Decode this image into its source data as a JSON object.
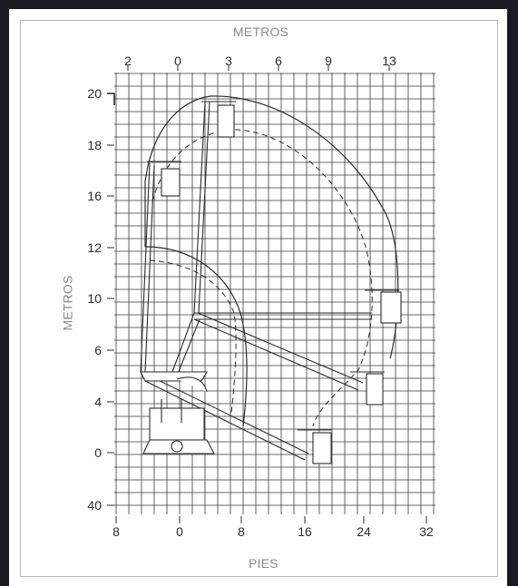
{
  "diagram": {
    "top_axis_title": "METROS",
    "left_axis_title": "METROS",
    "bottom_axis_title": "PIES",
    "top_ticks": [
      "2",
      "0",
      "3",
      "6",
      "9",
      "13"
    ],
    "left_ticks": [
      "20",
      "18",
      "16",
      "12",
      "10",
      "6",
      "4",
      "0",
      "40"
    ],
    "bottom_ticks": [
      "8",
      "0",
      "8",
      "16",
      "24",
      "32"
    ]
  },
  "colors": {
    "background": "#1a1b22",
    "panel": "#ffffff",
    "border": "#b9b9b9",
    "ink": "#2b2b2b",
    "axis_title": "#8a8a8a"
  }
}
